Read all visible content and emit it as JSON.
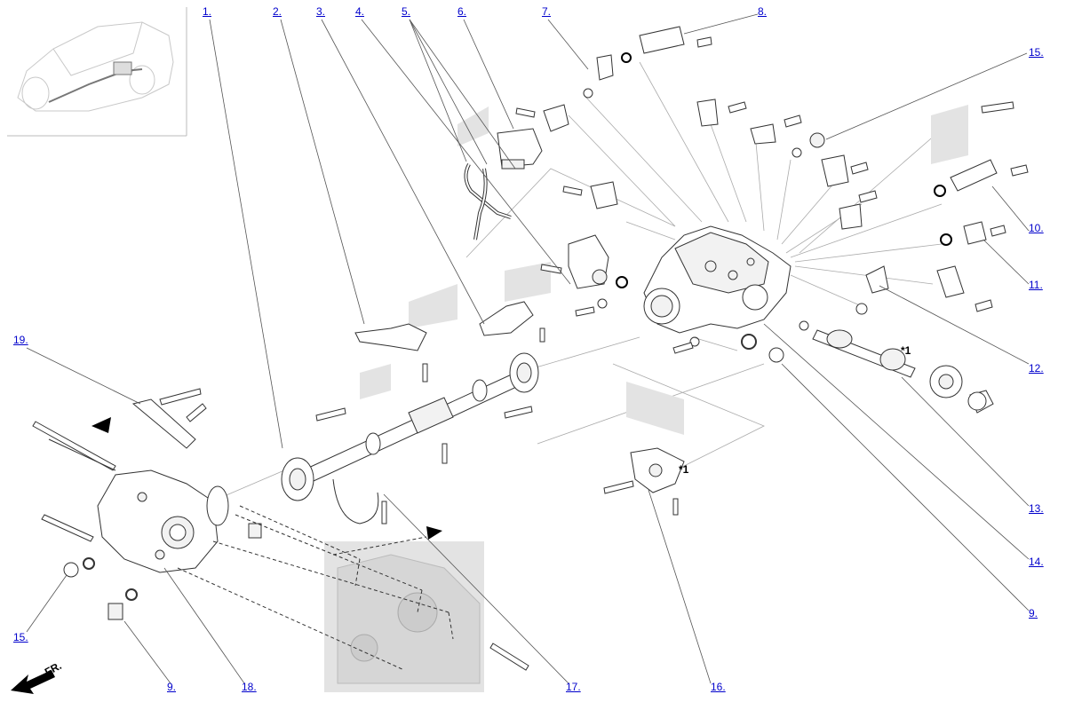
{
  "callouts": [
    {
      "id": "c1",
      "label": "1."
    },
    {
      "id": "c2",
      "label": "2."
    },
    {
      "id": "c3",
      "label": "3."
    },
    {
      "id": "c4",
      "label": "4."
    },
    {
      "id": "c5",
      "label": "5."
    },
    {
      "id": "c6",
      "label": "6."
    },
    {
      "id": "c7",
      "label": "7."
    },
    {
      "id": "c8",
      "label": "8."
    },
    {
      "id": "c15a",
      "label": "15."
    },
    {
      "id": "c10",
      "label": "10."
    },
    {
      "id": "c11",
      "label": "11."
    },
    {
      "id": "c12",
      "label": "12."
    },
    {
      "id": "c13",
      "label": "13."
    },
    {
      "id": "c14",
      "label": "14."
    },
    {
      "id": "c9a",
      "label": "9."
    },
    {
      "id": "c19",
      "label": "19."
    },
    {
      "id": "c15b",
      "label": "15."
    },
    {
      "id": "c9b",
      "label": "9."
    },
    {
      "id": "c18",
      "label": "18."
    },
    {
      "id": "c17",
      "label": "17."
    },
    {
      "id": "c16",
      "label": "16."
    }
  ],
  "notes": {
    "star_1a": "*1",
    "star_1b": "*1"
  },
  "front_label": "FR.",
  "colors": {
    "callout": "#0000cc",
    "line": "#333333",
    "shade": "#e3e3e3"
  }
}
